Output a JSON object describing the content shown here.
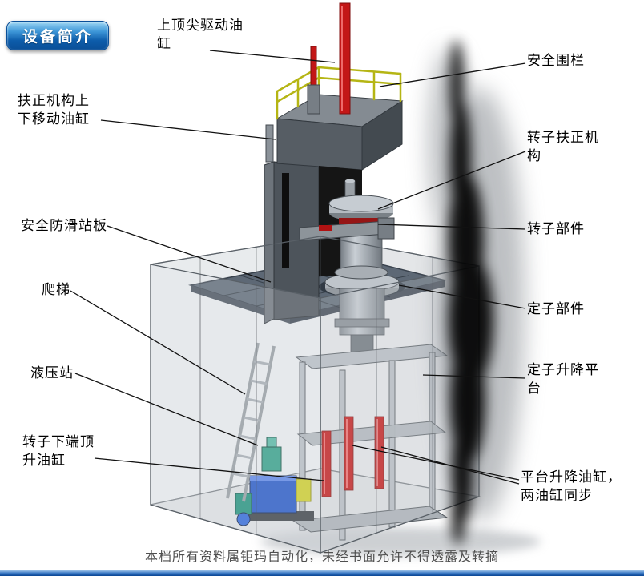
{
  "badge": {
    "label": "设备简介"
  },
  "labels": {
    "top_tip_cylinder": "上顶尖驱动油\n缸",
    "safety_fence": "安全围栏",
    "righting_mech_cylinder": "扶正机构上\n下移动油缸",
    "rotor_righting_mech": "转子扶正机\n构",
    "anti_slip_platform": "安全防滑站板",
    "rotor_part": "转子部件",
    "ladder": "爬梯",
    "stator_part": "定子部件",
    "hydraulic_station": "液压站",
    "stator_lift_platform": "定子升降平\n台",
    "rotor_bottom_jack_cylinder": "转子下端顶\n升油缸",
    "platform_lift_cylinders": "平台升降油缸，\n两油缸同步"
  },
  "watermark": "本档所有资料属钜玛自动化，未经书面允许不得透露及转摘",
  "colors": {
    "badge_blue_dark": "#0a4f98",
    "badge_blue_light": "#9fd8f4",
    "cylinder_red": "#c31717",
    "railing_yellow": "#b5b514",
    "hydraulic_blue": "#2457c5",
    "pump_green": "#20907c",
    "deck_gray": "#5d6875",
    "frame_gray": "#b7bdc3"
  }
}
